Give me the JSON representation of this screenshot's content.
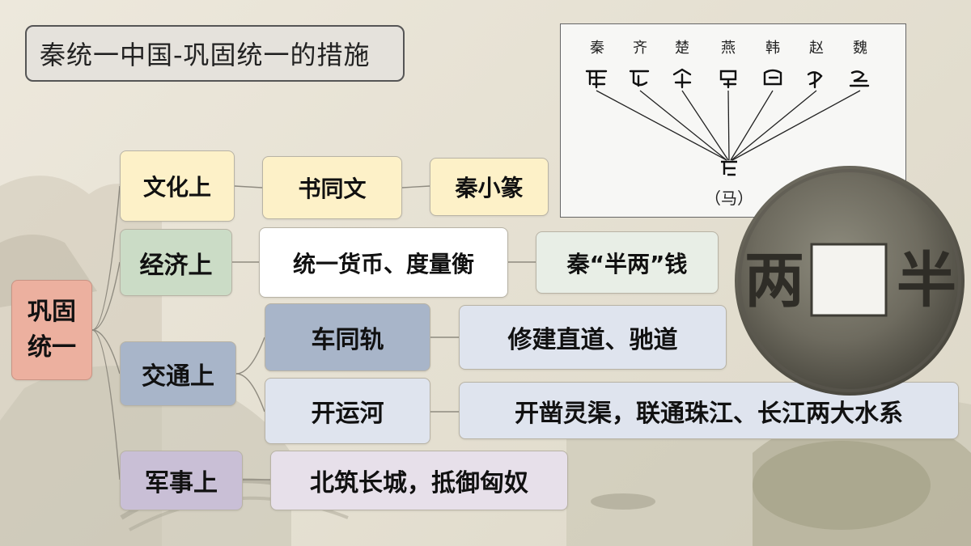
{
  "title": "秦统一中国-巩固统一的措施",
  "root": {
    "label": "巩固\n统一"
  },
  "categories": {
    "culture": {
      "label": "文化上",
      "measure": "书同文",
      "detail": "秦小篆"
    },
    "economy": {
      "label": "经济上",
      "measure": "统一货币、度量衡",
      "detail": "秦“半两”钱"
    },
    "transport": {
      "label": "交通上",
      "items": [
        {
          "measure": "车同轨",
          "detail": "修建直道、驰道"
        },
        {
          "measure": "开运河",
          "detail": "开凿灵渠，联通珠江、长江两大水系"
        }
      ]
    },
    "military": {
      "label": "军事上",
      "measure": "北筑长城，抵御匈奴"
    }
  },
  "script_figure": {
    "states": [
      "秦",
      "齐",
      "楚",
      "燕",
      "韩",
      "赵",
      "魏"
    ],
    "result": "（马）"
  },
  "coin": {
    "left_char": "两",
    "right_char": "半"
  },
  "colors": {
    "culture": "#fdf1c8",
    "economy": "#cbdcc6",
    "transport": "#a8b5c9",
    "military": "#c9bfd6",
    "root": "#ecb09f"
  }
}
